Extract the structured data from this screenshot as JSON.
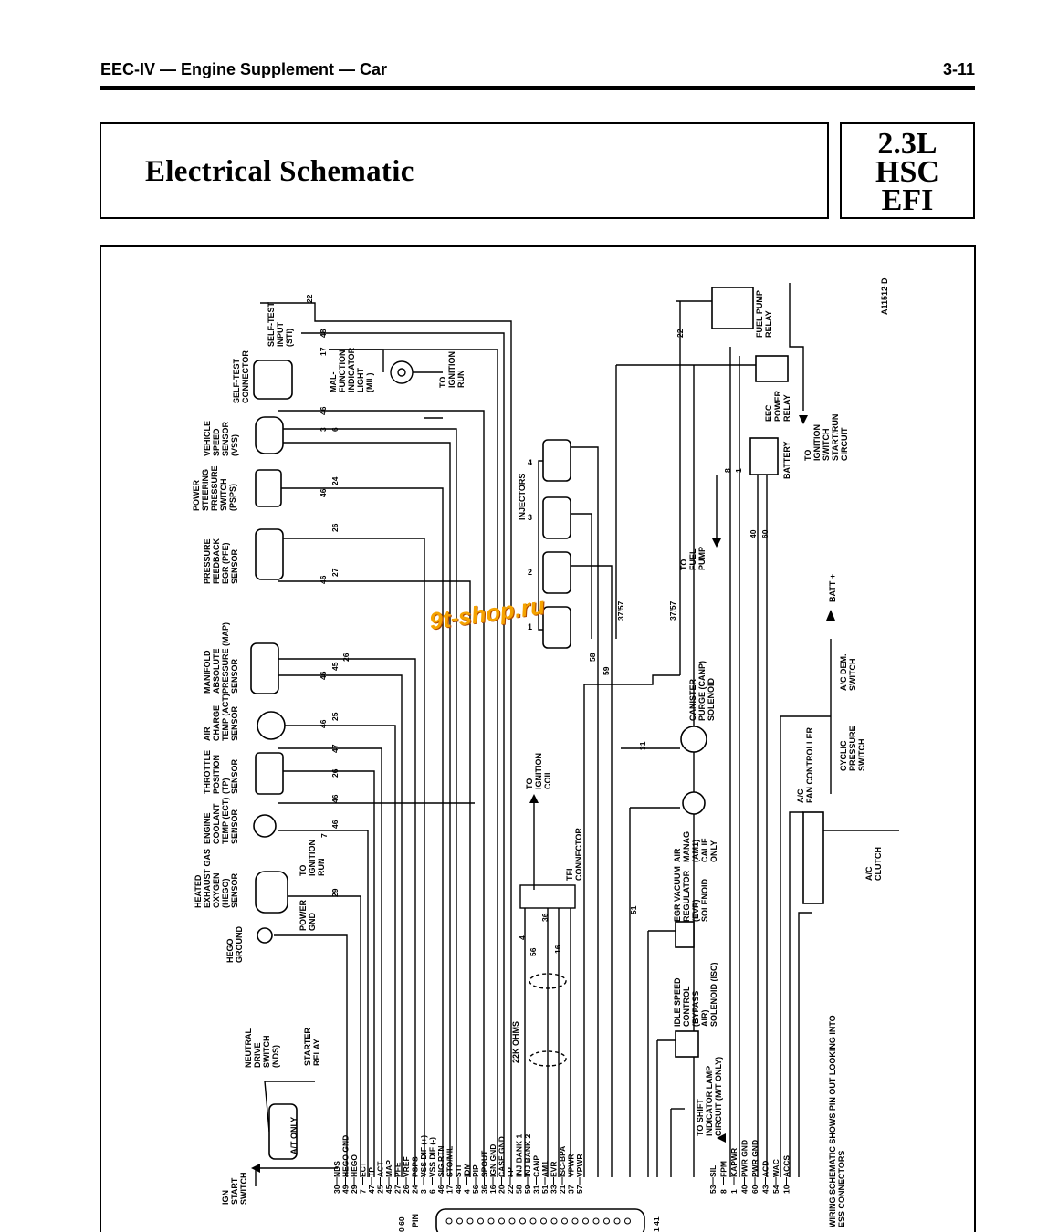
{
  "header": {
    "left": "EEC-IV — Engine Supplement — Car",
    "right": "3-11"
  },
  "title": "Electrical Schematic",
  "engine": [
    "2.3L",
    "HSC",
    "EFI"
  ],
  "figure_id": "A11512-D",
  "watermark": "9t-shop.ru",
  "components": {
    "self_test_input": [
      "SELF-TEST",
      "INPUT",
      "(STI)"
    ],
    "self_test_connector": [
      "SELF-TEST",
      "CONNECTOR"
    ],
    "mil": [
      "MAL-",
      "FUNCTION",
      "INDICATOR",
      "LIGHT",
      "(MIL)"
    ],
    "to_ignition_run_top": [
      "TO",
      "IGNITION",
      "RUN"
    ],
    "vss": [
      "VEHICLE",
      "SPEED",
      "SENSOR",
      "(VSS)"
    ],
    "psps": [
      "POWER",
      "STEERING",
      "PRESSURE",
      "SWITCH",
      "(PSPS)"
    ],
    "pfe": [
      "PRESSURE",
      "FEEDBACK",
      "EGR (PFE)",
      "SENSOR"
    ],
    "map": [
      "MANIFOLD",
      "ABSOLUTE",
      "PRESSURE (MAP)",
      "SENSOR"
    ],
    "act": [
      "AIR",
      "CHARGE",
      "TEMP (ACT)",
      "SENSOR"
    ],
    "tps": [
      "THROTTLE",
      "POSITION",
      "(TP)",
      "SENSOR"
    ],
    "ect": [
      "ENGINE",
      "COOLANT",
      "TEMP (ECT)",
      "SENSOR"
    ],
    "hego": [
      "HEATED",
      "EXHAUST GAS",
      "OXYGEN",
      "(HEGO)",
      "SENSOR"
    ],
    "to_ignition_run_hego": [
      "TO",
      "IGNITION",
      "RUN"
    ],
    "power_gnd": [
      "POWER",
      "GND"
    ],
    "hego_ground": [
      "HEGO",
      "GROUND"
    ],
    "nds": [
      "NEUTRAL",
      "DRIVE",
      "SWITCH",
      "(NDS)"
    ],
    "starter_relay": [
      "STARTER",
      "RELAY"
    ],
    "a_t_only": "A/T ONLY",
    "ign_start": [
      "IGN",
      "START",
      "SWITCH"
    ],
    "injectors": "INJECTORS",
    "injector_numbers": [
      "4",
      "3",
      "2",
      "1"
    ],
    "fuel_pump_relay": [
      "FUEL PUMP",
      "RELAY"
    ],
    "eec_power_relay": [
      "EEC",
      "POWER",
      "RELAY"
    ],
    "battery": "BATTERY",
    "to_ignition_switch": [
      "TO",
      "IGNITION",
      "SWITCH",
      "START/RUN",
      "CIRCUIT"
    ],
    "to_fuel_pump": [
      "TO",
      "FUEL",
      "PUMP"
    ],
    "to_ignition_coil": [
      "TO",
      "IGNITION",
      "COIL"
    ],
    "tfi": [
      "TFI",
      "CONNECTOR"
    ],
    "ohms": "22K OHMS",
    "canp": [
      "CANISTER",
      "PURGE (CANP)",
      "SOLENOID"
    ],
    "am1": [
      "AIR",
      "MANAG",
      "(AM1)",
      "CALIF",
      "ONLY"
    ],
    "evr": [
      "EGR VACUUM",
      "REGULATOR",
      "(EVR)",
      "SOLENOID"
    ],
    "isc": [
      "IDLE SPEED",
      "CONTROL",
      "(BYPASS",
      "AIR)",
      "SOLENOID (ISC)"
    ],
    "shift_lamp": [
      "TO SHIFT",
      "INDICATOR LAMP",
      "CIRCUIT (M/T ONLY)"
    ],
    "batt_plus": "BATT +",
    "ac_dem": [
      "A/C DEM.",
      "SWITCH"
    ],
    "cyclic": [
      "CYCLIC",
      "PRESSURE",
      "SWITCH"
    ],
    "ac_fan": [
      "A/C",
      "FAN CONTROLLER"
    ],
    "ac_clutch": [
      "A/C",
      "CLUTCH"
    ],
    "note": [
      "WIRING SCHEMATIC SHOWS PIN OUT LOOKING INTO",
      "ESS CONNECTORS"
    ],
    "pin": "PIN"
  },
  "pin_table_left": [
    {
      "pin": "30",
      "name": "NDS"
    },
    {
      "pin": "49",
      "name": "HEGO GND"
    },
    {
      "pin": "29",
      "name": "HEGO"
    },
    {
      "pin": "7",
      "name": "ECT"
    },
    {
      "pin": "47",
      "name": "TP"
    },
    {
      "pin": "25",
      "name": "ACT"
    },
    {
      "pin": "45",
      "name": "MAP"
    },
    {
      "pin": "27",
      "name": "PFE"
    },
    {
      "pin": "26",
      "name": "VREF"
    },
    {
      "pin": "24",
      "name": "PSPS"
    },
    {
      "pin": "3",
      "name": "VSS DIF (+)"
    },
    {
      "pin": "6",
      "name": "VSS DIF (-)"
    },
    {
      "pin": "46",
      "name": "SIG RTN"
    },
    {
      "pin": "17",
      "name": "STO/MIL"
    },
    {
      "pin": "48",
      "name": "STI"
    },
    {
      "pin": "4",
      "name": "IDM"
    },
    {
      "pin": "56",
      "name": "PIP"
    },
    {
      "pin": "36",
      "name": "SPOUT"
    },
    {
      "pin": "16",
      "name": "IGN GND"
    },
    {
      "pin": "20",
      "name": "CASE GND"
    },
    {
      "pin": "22",
      "name": "FP"
    },
    {
      "pin": "58",
      "name": "INJ BANK 1"
    },
    {
      "pin": "59",
      "name": "INJ BANK 2"
    },
    {
      "pin": "31",
      "name": "CANP"
    },
    {
      "pin": "51",
      "name": "AM1"
    },
    {
      "pin": "33",
      "name": "EVR"
    },
    {
      "pin": "21",
      "name": "ISC-BPA"
    },
    {
      "pin": "37",
      "name": "VPWR"
    },
    {
      "pin": "57",
      "name": "VPWR"
    }
  ],
  "pin_table_right": [
    {
      "pin": "53",
      "name": "SIL"
    },
    {
      "pin": "8",
      "name": "FPM"
    },
    {
      "pin": "1",
      "name": "KAPWR"
    },
    {
      "pin": "40",
      "name": "PWR GND"
    },
    {
      "pin": "60",
      "name": "PWR GND"
    },
    {
      "pin": "43",
      "name": "ACD"
    },
    {
      "pin": "54",
      "name": "WAC"
    },
    {
      "pin": "10",
      "name": "ACCS"
    }
  ],
  "wire_numbers": {
    "sti_22": "22",
    "sti_48": "48",
    "mil_17": "17",
    "vss_46": "46",
    "vss_3": "3",
    "vss_6": "6",
    "psps_46": "46",
    "psps_24": "24",
    "pfe_26": "26",
    "pfe_46": "46",
    "pfe_27": "27",
    "map_26": "26",
    "map_46": "46",
    "map_45": "45",
    "act_46": "46",
    "act_25": "25",
    "tp_47": "47",
    "tp_26": "26",
    "tp_46": "46",
    "ect_46": "46",
    "ect_7": "7",
    "hego_29": "29",
    "fp_22": "22",
    "inj_37_57": "37/57",
    "inj_58": "58",
    "inj_59": "59",
    "vpwr_37_57": "37/57",
    "fpm_8": "8",
    "kapwr_1": "1",
    "gnd_40": "40",
    "gnd_60": "60",
    "canp_31": "31",
    "am1_51": "51",
    "tfi_4": "4",
    "tfi_56": "56",
    "tfi_36": "36",
    "tfi_16": "16",
    "bottom_0_60": "0 60",
    "bottom_1_41": "1 41"
  }
}
